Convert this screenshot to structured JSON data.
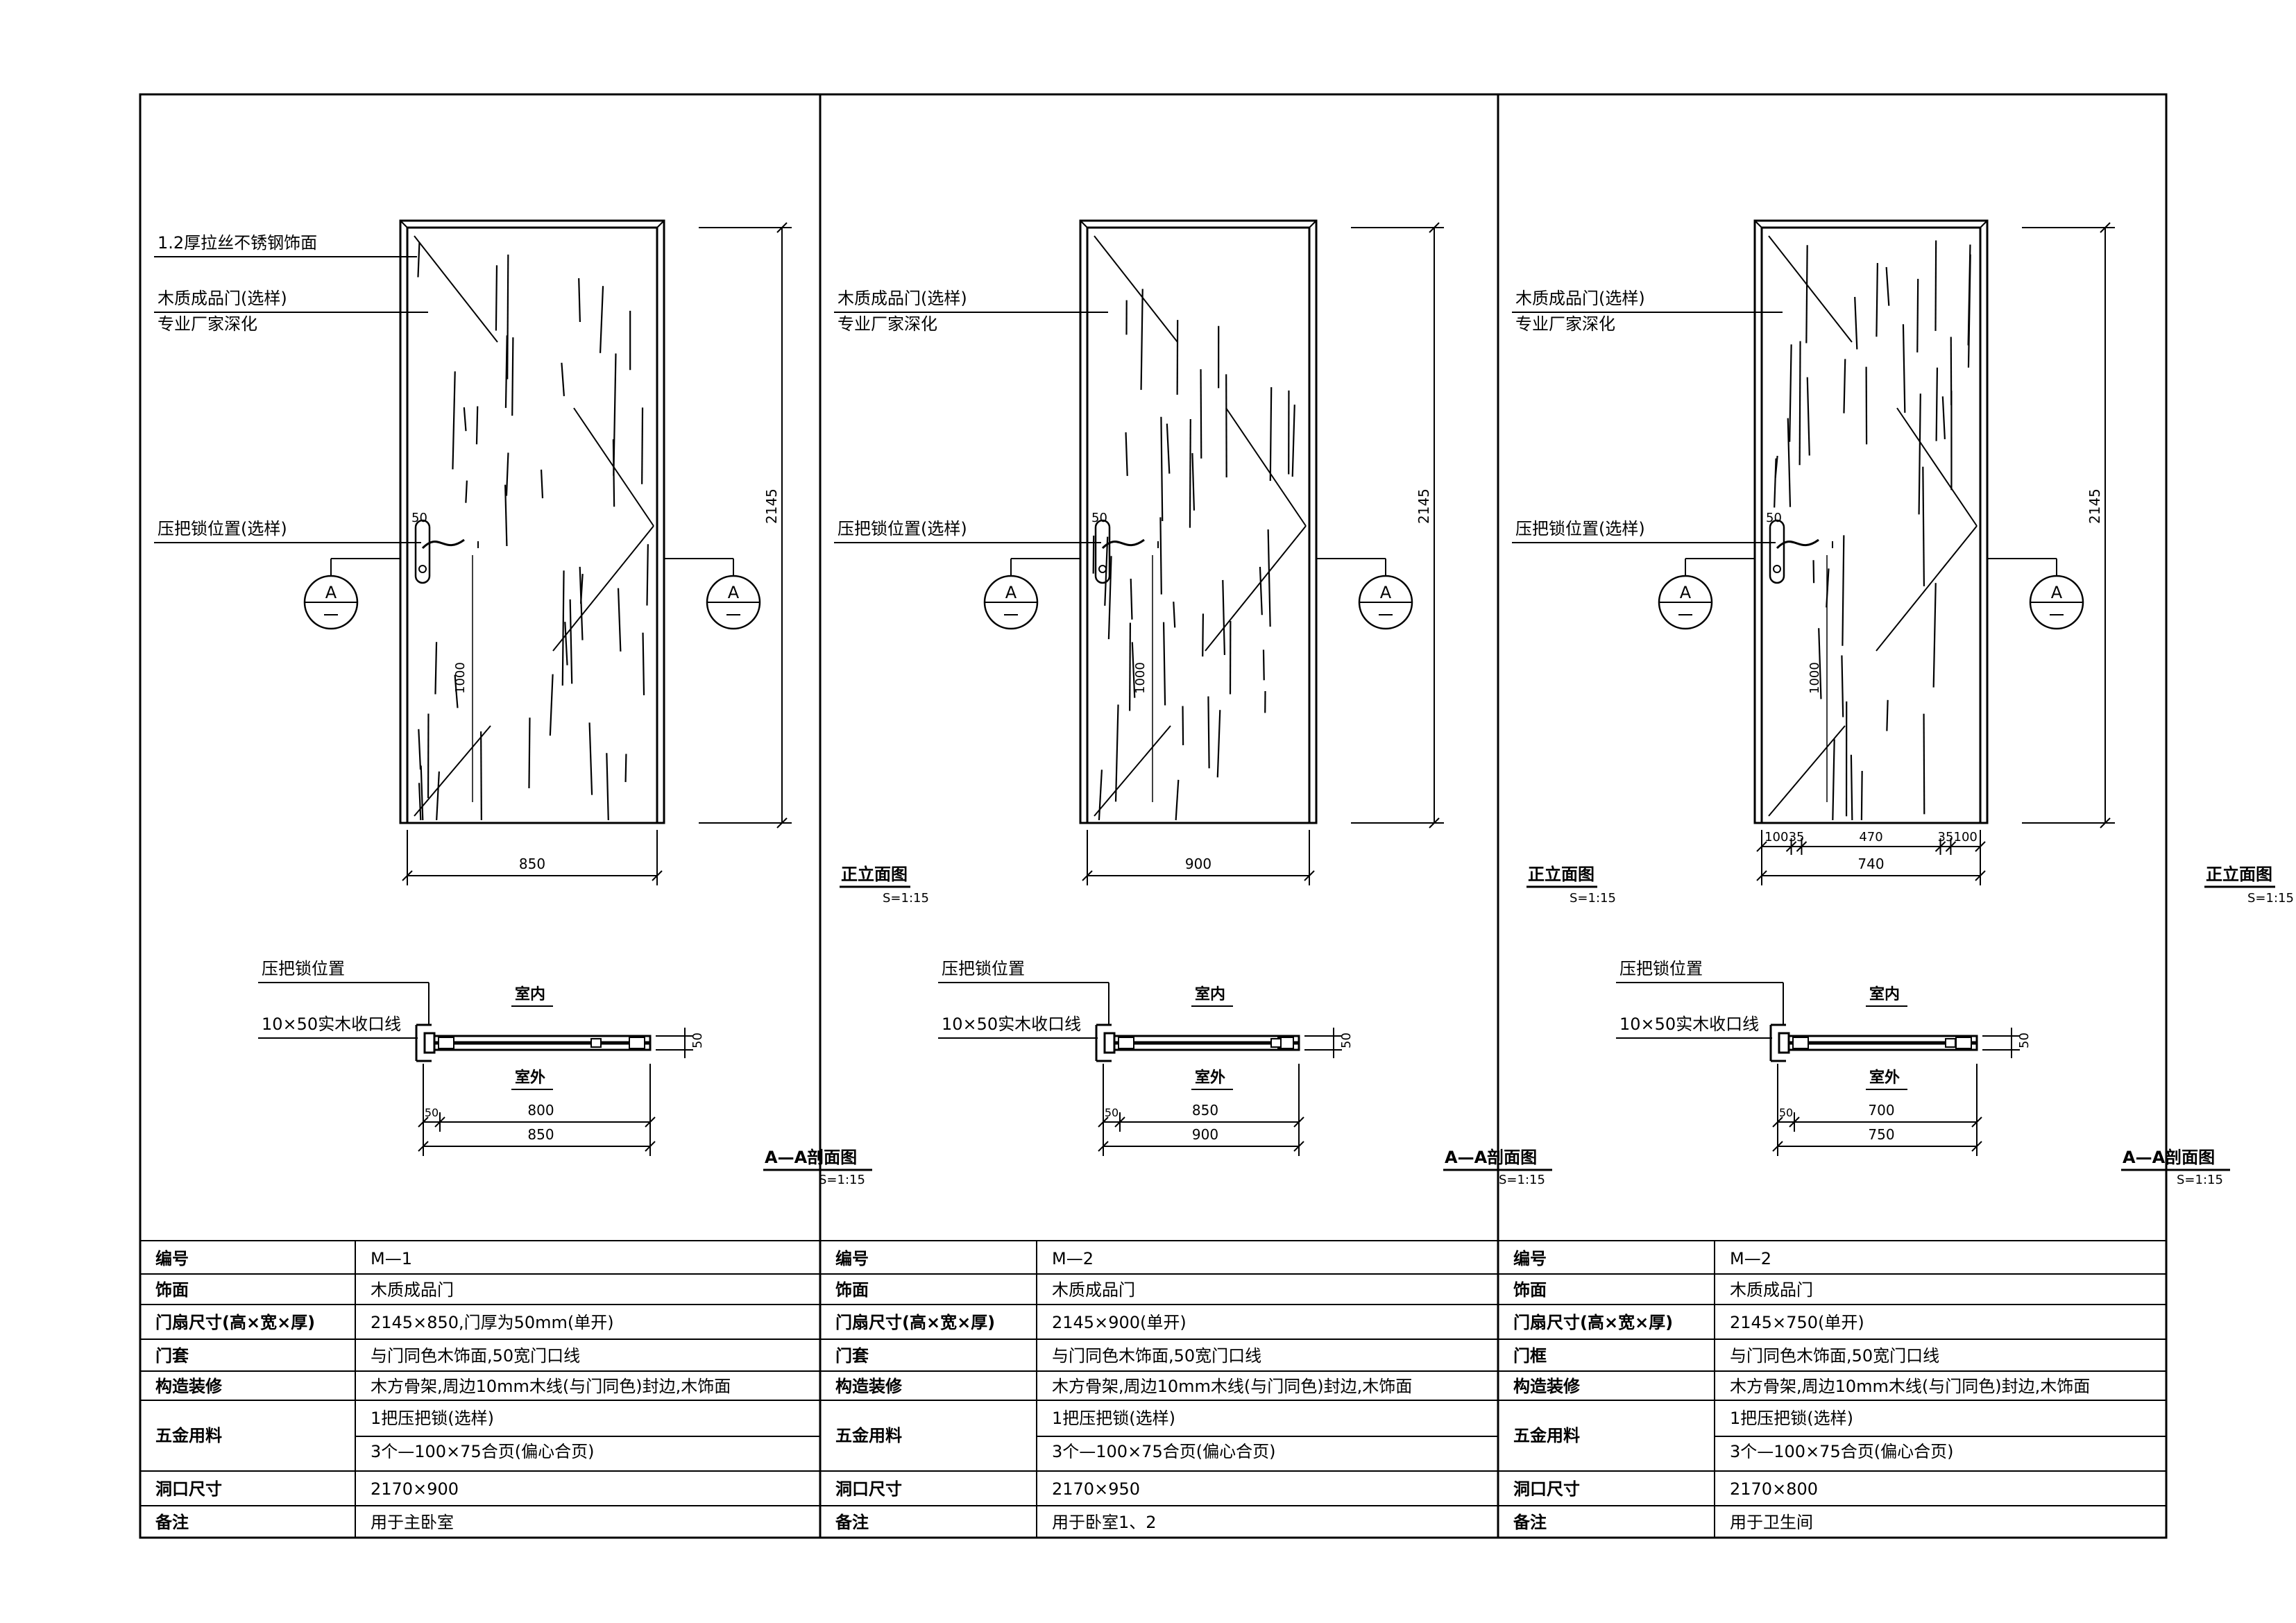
{
  "panels": [
    {
      "id": "m1",
      "labels": {
        "finish": "1.2厚拉丝不锈钢饰面",
        "door": "木质成品门(选样)",
        "door_sub": "专业厂家深化",
        "lock": "压把锁位置(选样)",
        "section_mark": "A"
      },
      "elevation": {
        "width": "850",
        "height": "2145",
        "handle_offset": "50",
        "handle_height": "1000",
        "sub_dims": [],
        "title": "正立面图",
        "scale": "S=1:15"
      },
      "section": {
        "lock": "压把锁位置",
        "trim": "10×50实木收口线",
        "inside": "室内",
        "outside": "室外",
        "thickness": "50",
        "edge": "50",
        "inner_width": "800",
        "outer_width": "850",
        "title": "A—A剖面图",
        "scale": "S=1:15"
      },
      "table": [
        {
          "label": "编号",
          "value": "M—1"
        },
        {
          "label": "饰面",
          "value": "木质成品门"
        },
        {
          "label": "门扇尺寸(高×宽×厚)",
          "value": "2145×850,门厚为50mm(单开)"
        },
        {
          "label": "门套",
          "value": "与门同色木饰面,50宽门口线"
        },
        {
          "label": "构造装修",
          "value": "木方骨架,周边10mm木线(与门同色)封边,木饰面"
        },
        {
          "label": "五金用料",
          "value": "1把压把锁(选样)",
          "value2": "3个—100×75合页(偏心合页)"
        },
        {
          "label": "洞口尺寸",
          "value": "2170×900"
        },
        {
          "label": "备注",
          "value": "用于主卧室"
        }
      ]
    },
    {
      "id": "m2a",
      "labels": {
        "finish": "",
        "door": "木质成品门(选样)",
        "door_sub": "专业厂家深化",
        "lock": "压把锁位置(选样)",
        "section_mark": "A"
      },
      "elevation": {
        "width": "900",
        "height": "2145",
        "handle_offset": "50",
        "handle_height": "1000",
        "sub_dims": [],
        "title": "正立面图",
        "scale": "S=1:15"
      },
      "section": {
        "lock": "压把锁位置",
        "trim": "10×50实木收口线",
        "inside": "室内",
        "outside": "室外",
        "thickness": "50",
        "edge": "50",
        "inner_width": "850",
        "outer_width": "900",
        "title": "A—A剖面图",
        "scale": "S=1:15"
      },
      "table": [
        {
          "label": "编号",
          "value": "M—2"
        },
        {
          "label": "饰面",
          "value": "木质成品门"
        },
        {
          "label": "门扇尺寸(高×宽×厚)",
          "value": "2145×900(单开)"
        },
        {
          "label": "门套",
          "value": "与门同色木饰面,50宽门口线"
        },
        {
          "label": "构造装修",
          "value": "木方骨架,周边10mm木线(与门同色)封边,木饰面"
        },
        {
          "label": "五金用料",
          "value": "1把压把锁(选样)",
          "value2": "3个—100×75合页(偏心合页)"
        },
        {
          "label": "洞口尺寸",
          "value": "2170×950"
        },
        {
          "label": "备注",
          "value": "用于卧室1、2"
        }
      ]
    },
    {
      "id": "m2b",
      "labels": {
        "finish": "",
        "door": "木质成品门(选样)",
        "door_sub": "专业厂家深化",
        "lock": "压把锁位置(选样)",
        "section_mark": "A"
      },
      "elevation": {
        "width": "740",
        "height": "2145",
        "handle_offset": "50",
        "handle_height": "1000",
        "sub_dims": [
          "100",
          "35",
          "470",
          "35",
          "100"
        ],
        "title": "正立面图",
        "scale": "S=1:15"
      },
      "section": {
        "lock": "压把锁位置",
        "trim": "10×50实木收口线",
        "inside": "室内",
        "outside": "室外",
        "thickness": "50",
        "edge": "50",
        "inner_width": "700",
        "outer_width": "750",
        "title": "A—A剖面图",
        "scale": "S=1:15"
      },
      "table": [
        {
          "label": "编号",
          "value": "M—2"
        },
        {
          "label": "饰面",
          "value": "木质成品门"
        },
        {
          "label": "门扇尺寸(高×宽×厚)",
          "value": "2145×750(单开)"
        },
        {
          "label": "门框",
          "value": "与门同色木饰面,50宽门口线"
        },
        {
          "label": "构造装修",
          "value": "木方骨架,周边10mm木线(与门同色)封边,木饰面"
        },
        {
          "label": "五金用料",
          "value": "1把压把锁(选样)",
          "value2": "3个—100×75合页(偏心合页)"
        },
        {
          "label": "洞口尺寸",
          "value": "2170×800"
        },
        {
          "label": "备注",
          "value": "用于卫生间"
        }
      ]
    }
  ]
}
